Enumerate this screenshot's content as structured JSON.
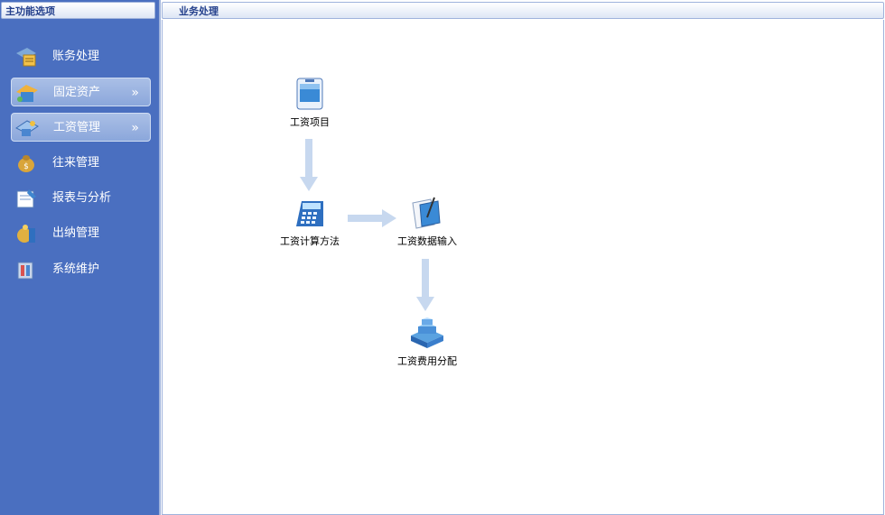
{
  "sidebar": {
    "title": "主功能选项",
    "items": [
      {
        "label": "账务处理",
        "icon": "ledger-icon"
      },
      {
        "label": "固定资产",
        "icon": "fixed-assets-icon",
        "chevron": "»"
      },
      {
        "label": "工资管理",
        "icon": "payroll-icon",
        "chevron": "»"
      },
      {
        "label": "往来管理",
        "icon": "accounts-icon"
      },
      {
        "label": "报表与分析",
        "icon": "report-icon"
      },
      {
        "label": "出纳管理",
        "icon": "cashier-icon"
      },
      {
        "label": "系统维护",
        "icon": "system-icon"
      }
    ]
  },
  "main": {
    "title": "业务处理",
    "flow": {
      "nodes": [
        {
          "label": "工资项目",
          "icon": "salary-items-icon"
        },
        {
          "label": "工资计算方法",
          "icon": "calculator-icon"
        },
        {
          "label": "工资数据输入",
          "icon": "data-entry-icon"
        },
        {
          "label": "工资费用分配",
          "icon": "cost-allocation-icon"
        }
      ]
    }
  }
}
